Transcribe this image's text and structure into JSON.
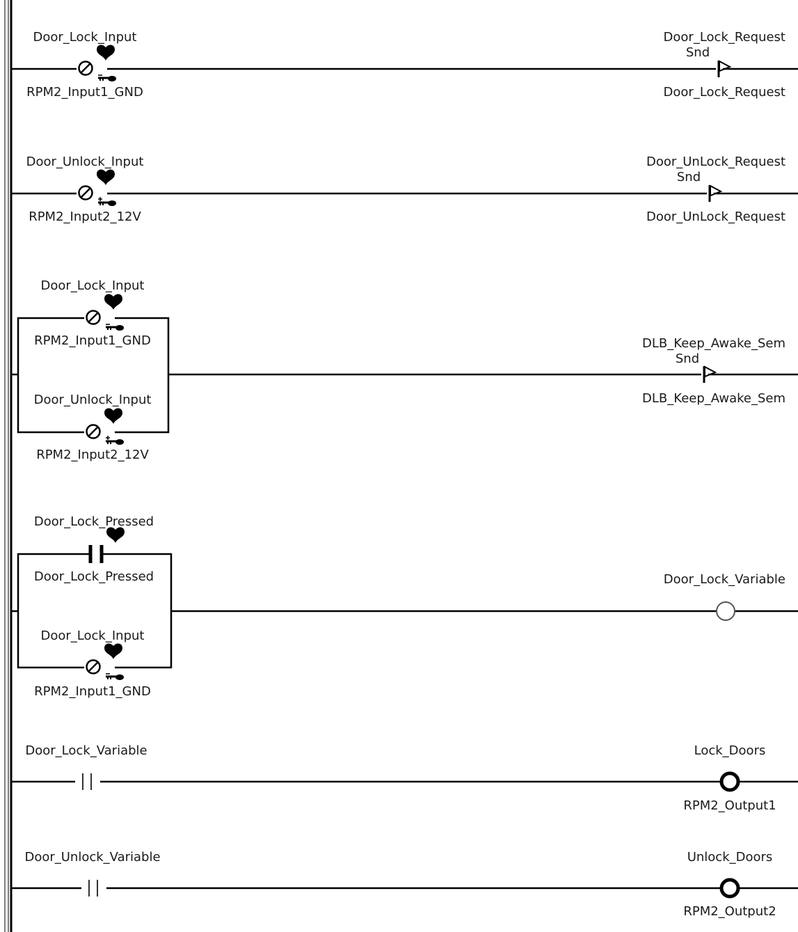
{
  "rungs": [
    {
      "inputs": [
        {
          "kind": "digital_input",
          "label_top": "Door_Lock_Input",
          "label_bottom": "RPM2_Input1_GND",
          "polarity": "-"
        }
      ],
      "output": {
        "kind": "send",
        "label_top": "Door_Lock_Request",
        "sub_label": "Snd",
        "label_bottom": "Door_Lock_Request"
      }
    },
    {
      "inputs": [
        {
          "kind": "digital_input",
          "label_top": "Door_Unlock_Input",
          "label_bottom": "RPM2_Input2_12V",
          "polarity": "+"
        }
      ],
      "output": {
        "kind": "send",
        "label_top": "Door_UnLock_Request",
        "sub_label": "Snd",
        "label_bottom": "Door_UnLock_Request"
      }
    },
    {
      "parallel": true,
      "inputs": [
        {
          "kind": "digital_input",
          "label_top": "Door_Lock_Input",
          "label_bottom": "RPM2_Input1_GND",
          "polarity": "-"
        },
        {
          "kind": "digital_input",
          "label_top": "Door_Unlock_Input",
          "label_bottom": "RPM2_Input2_12V",
          "polarity": "+"
        }
      ],
      "output": {
        "kind": "send",
        "label_top": "DLB_Keep_Awake_Sem",
        "sub_label": "Snd",
        "label_bottom": "DLB_Keep_Awake_Sem"
      }
    },
    {
      "parallel": true,
      "inputs": [
        {
          "kind": "contact",
          "label_top": "Door_Lock_Pressed",
          "label_bottom": "Door_Lock_Pressed"
        },
        {
          "kind": "digital_input",
          "label_top": "Door_Lock_Input",
          "label_bottom": "RPM2_Input1_GND",
          "polarity": "-"
        }
      ],
      "output": {
        "kind": "variable_coil",
        "label_top": "Door_Lock_Variable"
      }
    },
    {
      "inputs": [
        {
          "kind": "contact",
          "label_top": "Door_Lock_Variable"
        }
      ],
      "output": {
        "kind": "output_coil",
        "label_top": "Lock_Doors",
        "label_bottom": "RPM2_Output1"
      }
    },
    {
      "inputs": [
        {
          "kind": "contact",
          "label_top": "Door_Unlock_Variable"
        }
      ],
      "output": {
        "kind": "output_coil",
        "label_top": "Unlock_Doors",
        "label_bottom": "RPM2_Output2"
      }
    }
  ],
  "icons": {
    "digital_input": "digital-input-icon",
    "heart_marker": "heart-icon",
    "contact": "normally-open-contact-icon",
    "send": "send-flag-icon",
    "variable_coil": "variable-coil-icon",
    "output_coil": "output-coil-icon"
  },
  "colors": {
    "wire": "#000000",
    "rail": "#555555",
    "text": "#1a1a1a",
    "background": "#ffffff"
  }
}
